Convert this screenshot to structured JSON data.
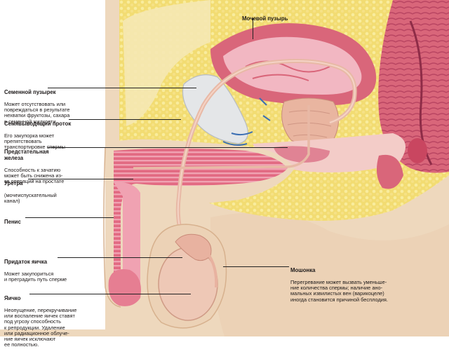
{
  "labels": {
    "bladder": {
      "title": "Мочевой пузырь"
    },
    "seminal_vesicle": {
      "title": "Семенной пузырек",
      "desc": "Может отсутствовать или\nповреждаться в результате\nнехватки фруктозы, сахара\nв семенной жидкости"
    },
    "vas_deferens": {
      "title": "Семявыводящий проток",
      "desc": "Его закупорка может\nпрепятствовать\nтранспортировке спермы"
    },
    "prostate": {
      "title": "Предстательная\nжелеза",
      "desc": "Способность к зачатию\nможет быть снижена из-\nза операций на простате"
    },
    "urethra": {
      "title": "Уретра",
      "desc": "(мочеиспускательный\nканал)"
    },
    "penis": {
      "title": "Пенис"
    },
    "epididymis": {
      "title": "Придаток яичка",
      "desc": "Может закупориться\nи преградить путь сперме"
    },
    "testis": {
      "title": "Яичко",
      "desc": "Неопущение, перекручивание\nили воспаление яичек ставят\nпод угрозу способность\nк репродукции. Удаление\nили радиационное облуче-\nние яичек исключают\nее полностью."
    },
    "scrotum": {
      "title": "Мошонка",
      "desc": "Перегревание может вызвать уменьше-\nние количества спермы; наличие ано-\nмальных извилистых вен (варикоцеле)\nиногда становится причиной бесплодия."
    }
  },
  "colors": {
    "skin": "#eed8bd",
    "fat": "#f2dc72",
    "fat_dark": "#e9c94f",
    "muscle": "#d9667a",
    "muscle_light": "#f2b7c2",
    "tissue_pink": "#f3ccc8",
    "duct": "#e8b9a6",
    "gland_white": "#e4e6e8",
    "testis": "#eec8b6",
    "leader": "#222222"
  }
}
